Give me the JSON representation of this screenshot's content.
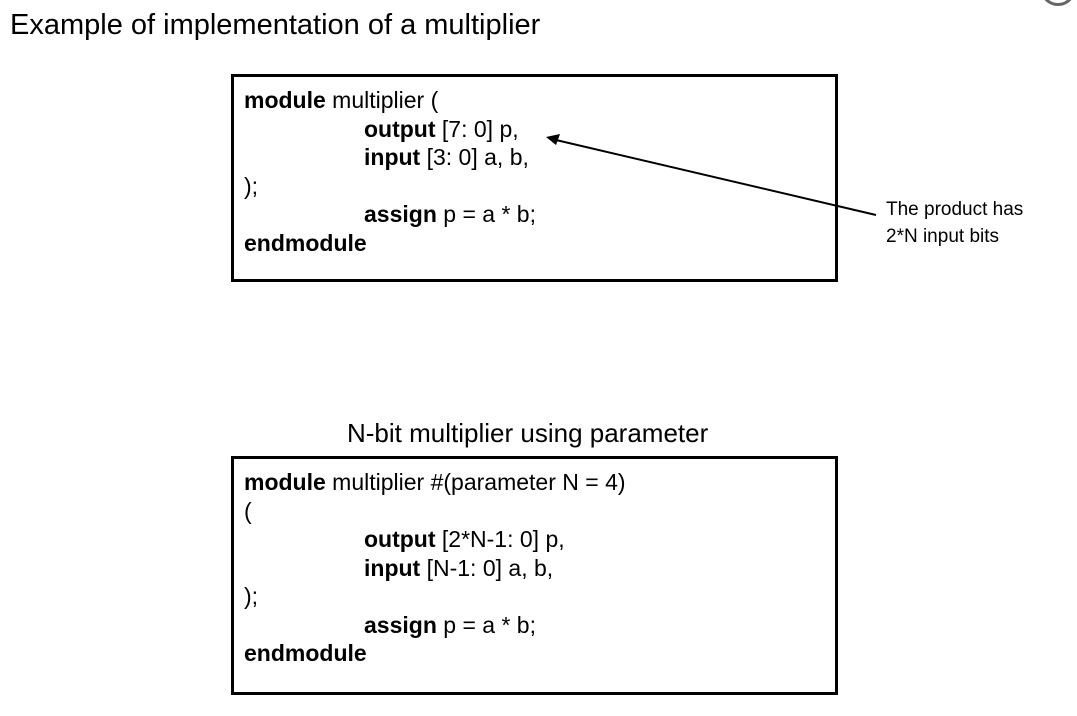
{
  "slide": {
    "title": "Example of implementation of a multiplier"
  },
  "example1": {
    "line1": {
      "kw": "module",
      "text": " multiplier ("
    },
    "line2": {
      "kw": "output",
      "text": " [7: 0] p,"
    },
    "line3": {
      "kw": "input",
      "text": " [3: 0] a, b,"
    },
    "line4": {
      "text": ");"
    },
    "line5": {
      "kw": "assign",
      "text": " p = a * b;"
    },
    "line6": {
      "kw": "endmodule"
    }
  },
  "annotation": {
    "line1": "The product has",
    "line2": "2*N input bits"
  },
  "example2": {
    "subtitle": "N-bit multiplier using parameter",
    "line1": {
      "kw": "module",
      "text": " multiplier #(parameter N = 4)"
    },
    "line2": {
      "text": "("
    },
    "line3": {
      "kw": "output",
      "text": " [2*N-1: 0] p,"
    },
    "line4": {
      "kw": "input",
      "text": " [N-1: 0] a, b,"
    },
    "line5": {
      "text": ");"
    },
    "line6": {
      "kw": "assign",
      "text": " p = a * b;"
    },
    "line7": {
      "kw": "endmodule"
    }
  },
  "colors": {
    "text": "#000000",
    "background": "#ffffff",
    "box_border": "#000000"
  }
}
